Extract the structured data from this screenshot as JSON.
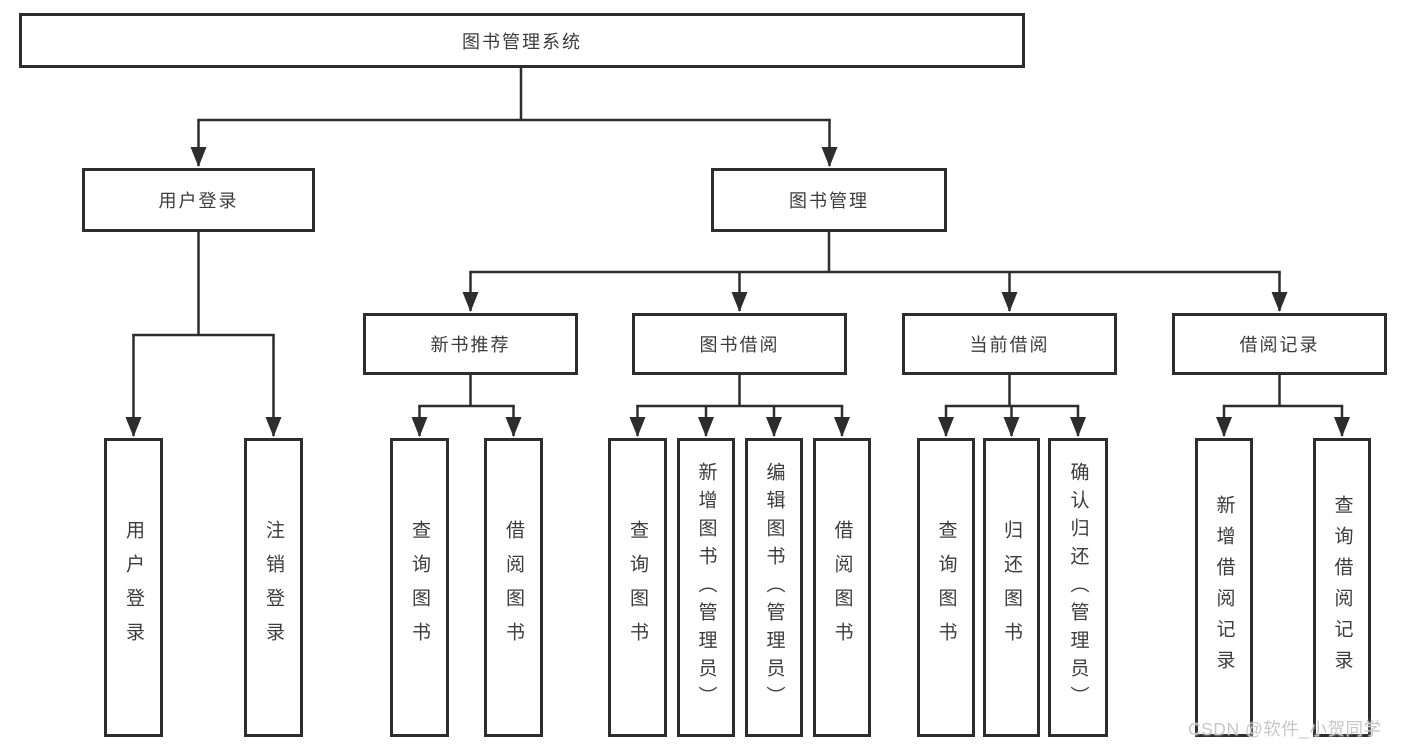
{
  "diagram_type": "hierarchy-tree",
  "colors": {
    "line": "#2d2d2d",
    "box_border": "#2d2d2d",
    "box_background": "#ffffff",
    "text": "#3c3c3c",
    "watermark_text": "#c7c7c7",
    "page_background": "#ffffff"
  },
  "tree": {
    "root": {
      "label": "图书管理系统",
      "children": [
        {
          "label": "用户登录",
          "children": [
            {
              "label": "用户登录"
            },
            {
              "label": "注销登录"
            }
          ]
        },
        {
          "label": "图书管理",
          "children": [
            {
              "label": "新书推荐",
              "children": [
                {
                  "label": "查询图书"
                },
                {
                  "label": "借阅图书"
                }
              ]
            },
            {
              "label": "图书借阅",
              "children": [
                {
                  "label": "查询图书"
                },
                {
                  "label": "新增图书（管理员）"
                },
                {
                  "label": "编辑图书（管理员）"
                },
                {
                  "label": "借阅图书"
                }
              ]
            },
            {
              "label": "当前借阅",
              "children": [
                {
                  "label": "查询图书"
                },
                {
                  "label": "归还图书"
                },
                {
                  "label": "确认归还（管理员）"
                }
              ]
            },
            {
              "label": "借阅记录",
              "children": [
                {
                  "label": "新增借阅记录"
                },
                {
                  "label": "查询借阅记录"
                }
              ]
            }
          ]
        }
      ]
    }
  },
  "watermark": "CSDN @软件_小贺同学"
}
